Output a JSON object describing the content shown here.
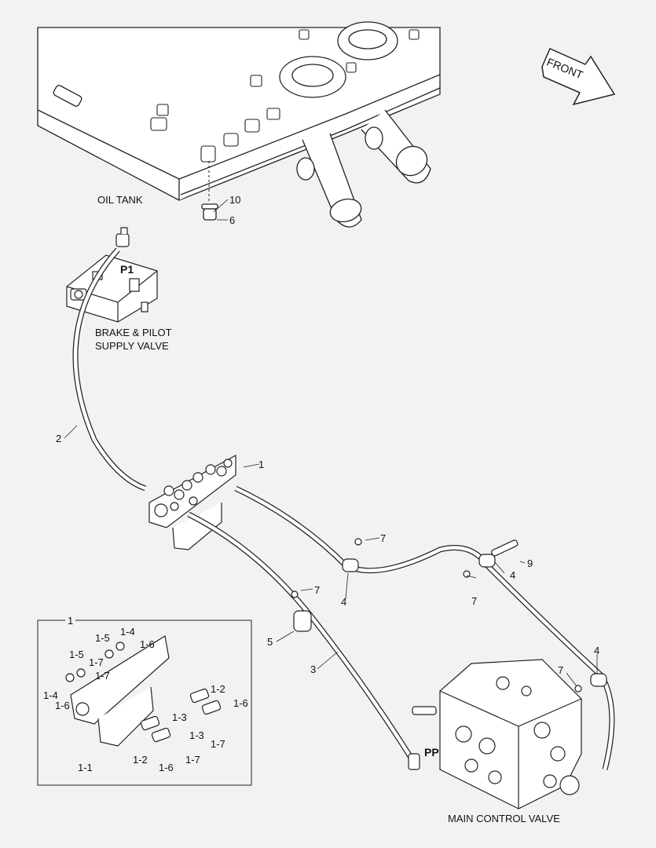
{
  "labels": {
    "oil_tank": "OIL TANK",
    "front": "FRONT",
    "brake_pilot_line1": "BRAKE & PILOT",
    "brake_pilot_line2": "SUPPLY VALVE",
    "main_control_valve": "MAIN CONTROL VALVE",
    "port_p1": "P1",
    "port_pp": "PP"
  },
  "callouts": {
    "c10": "10",
    "c6": "6",
    "c2": "2",
    "c1": "1",
    "c3": "3",
    "c4a": "4",
    "c4b": "4",
    "c4c": "4",
    "c5": "5",
    "c7a": "7",
    "c7b": "7",
    "c7c": "7",
    "c7d": "7",
    "c9": "9"
  },
  "inset": {
    "title": "1",
    "parts": {
      "p14a": "1-4",
      "p15": "1-5",
      "p16a": "1-6",
      "p15b": "1-5",
      "p17a": "1-7",
      "p17b": "1-7",
      "p14b": "1-4",
      "p16b": "1-6",
      "p12a": "1-2",
      "p13a": "1-3",
      "p16c": "1-6",
      "p13b": "1-3",
      "p17c": "1-7",
      "p12b": "1-2",
      "p17d": "1-7",
      "p16d": "1-6",
      "p11": "1-1"
    }
  }
}
